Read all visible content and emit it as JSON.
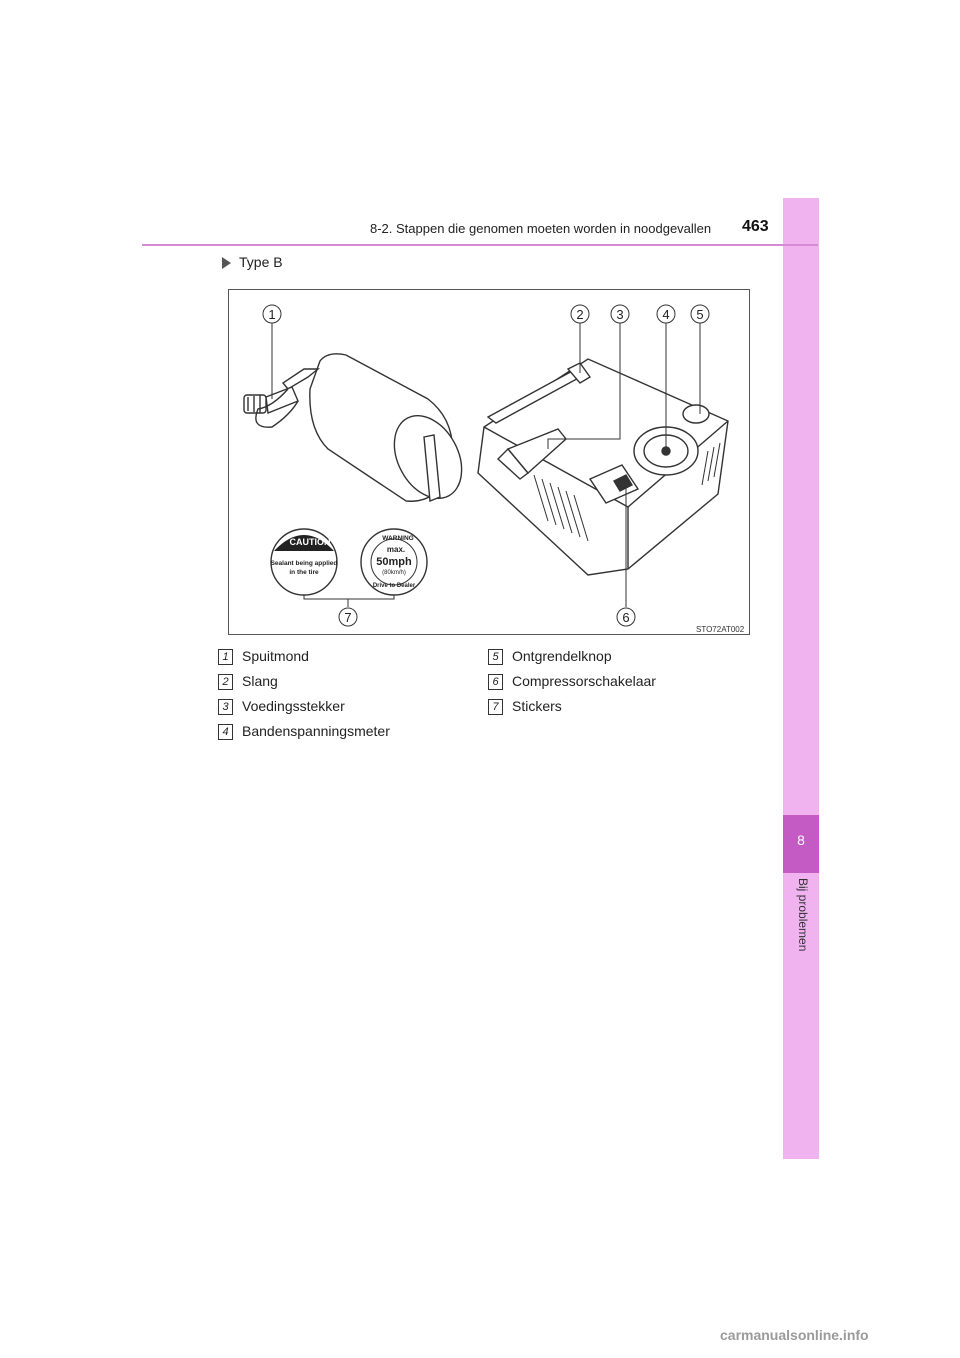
{
  "header": {
    "section_title": "8-2. Stappen die genomen moeten worden in noodgevallen",
    "page_number": "463"
  },
  "sidebar": {
    "chapter_number": "8",
    "chapter_label": "Bij problemen"
  },
  "subheading": "Type B",
  "figure": {
    "callouts": [
      "1",
      "2",
      "3",
      "4",
      "5",
      "6",
      "7"
    ],
    "code": "STO72AT002",
    "caution_sticker": {
      "heading": "CAUTION",
      "line1": "Sealant being applied",
      "line2": "in the tire"
    },
    "warning_sticker": {
      "heading": "WARNING",
      "max": "max.",
      "speed": "50mph",
      "kmh": "(80km/h)",
      "footer": "Drive to Dealer"
    }
  },
  "legend": [
    {
      "num": "1",
      "label": "Spuitmond"
    },
    {
      "num": "2",
      "label": "Slang"
    },
    {
      "num": "3",
      "label": "Voedingsstekker"
    },
    {
      "num": "4",
      "label": "Bandenspanningsmeter"
    },
    {
      "num": "5",
      "label": "Ontgrendelknop"
    },
    {
      "num": "6",
      "label": "Compressorschakelaar"
    },
    {
      "num": "7",
      "label": "Stickers"
    }
  ],
  "watermark": "carmanualsonline.info"
}
